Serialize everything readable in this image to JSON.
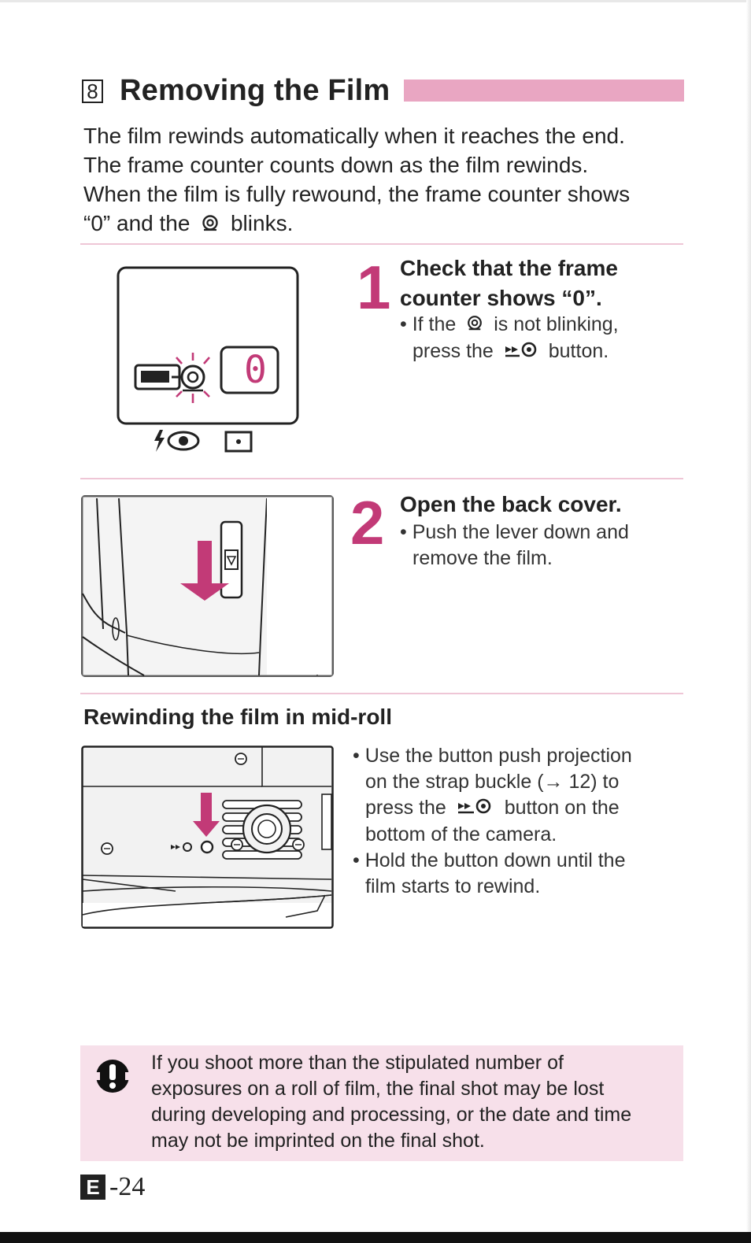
{
  "section": {
    "number": "8",
    "title": "Removing the Film"
  },
  "intro": {
    "line1": "The film rewinds automatically when it reaches the end.",
    "line2": "The frame counter counts down as the film rewinds.",
    "line3": "When the film is fully rewound, the frame counter shows",
    "line4_before": "“0” and the",
    "line4_after": "blinks."
  },
  "step1": {
    "number": "1",
    "title_line1": "Check that the frame",
    "title_line2": "counter shows “0”.",
    "bullet_before": "• If the",
    "bullet_middle": "is not blinking,",
    "bullet_line2_before": "press the",
    "bullet_line2_after": "button.",
    "counter_value": "0"
  },
  "step2": {
    "number": "2",
    "title": "Open the back cover.",
    "bullet_line1": "• Push the lever down and",
    "bullet_line2": "remove the film."
  },
  "midroll": {
    "title": "Rewinding the film in mid-roll",
    "b1_line1": "• Use the button push projection",
    "b1_line2": "on the strap buckle (→ 12) to",
    "b1_line3_before": "press the",
    "b1_line3_after": "button on the",
    "b1_line4": "bottom of the camera.",
    "b2_line1": "• Hold the button down until the",
    "b2_line2": "film starts to rewind."
  },
  "caution": {
    "line1": "If you shoot more than the stipulated number of",
    "line2": "exposures on a roll of film, the final shot may be lost",
    "line3": "during developing and processing, or the date and time",
    "line4": "may not be imprinted on the final shot."
  },
  "footer": {
    "lang_badge": "E",
    "page": "-24"
  },
  "colors": {
    "accent": "#c23a77",
    "title_bar": "#e9a6c2",
    "rule": "#efc6d6",
    "caution_bg": "#f7e0ea"
  },
  "icons": [
    "rewind-end-icon",
    "rewind-button-icon",
    "flash-redeye-icon",
    "spot-meter-icon",
    "caution-icon",
    "tripod-socket-icon"
  ]
}
